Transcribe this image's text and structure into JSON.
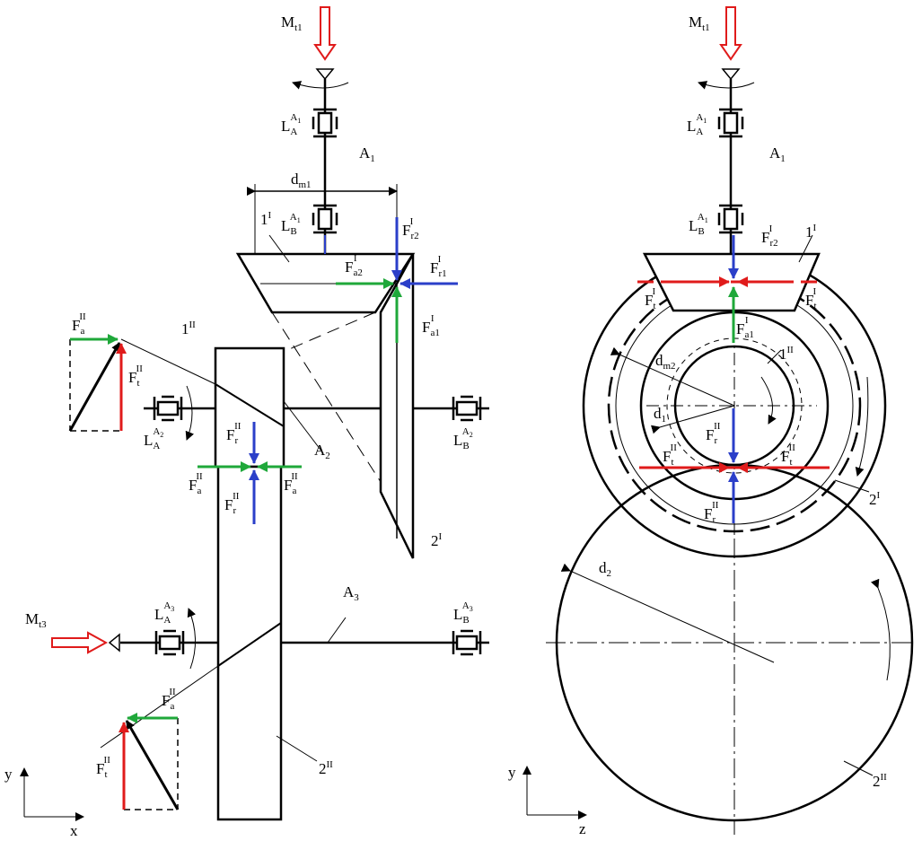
{
  "labels": {
    "M": "M",
    "t1": "t1",
    "t3": "t3",
    "L": "L",
    "A": "A",
    "B": "B",
    "A1": "A",
    "A1_sub": "1",
    "A2": "A",
    "A2_sub": "2",
    "A3": "A",
    "A3_sub": "3",
    "d": "d",
    "dm1_sub": "m1",
    "dm2_sub": "m2",
    "d1_sub": "1",
    "d2_sub": "2",
    "F": "F",
    "a": "a",
    "t": "t",
    "r": "r",
    "a1": "a1",
    "a2": "a2",
    "r1": "r1",
    "r2": "r2",
    "I": "I",
    "II": "II",
    "one": "1",
    "two": "2",
    "x": "x",
    "y": "y",
    "z": "z"
  },
  "colors": {
    "line": "#000000",
    "radial": "#2b3fc9",
    "axial": "#1fa83a",
    "tangential": "#e01b1b",
    "moment": "#e01b1b",
    "thin": "#555555"
  }
}
